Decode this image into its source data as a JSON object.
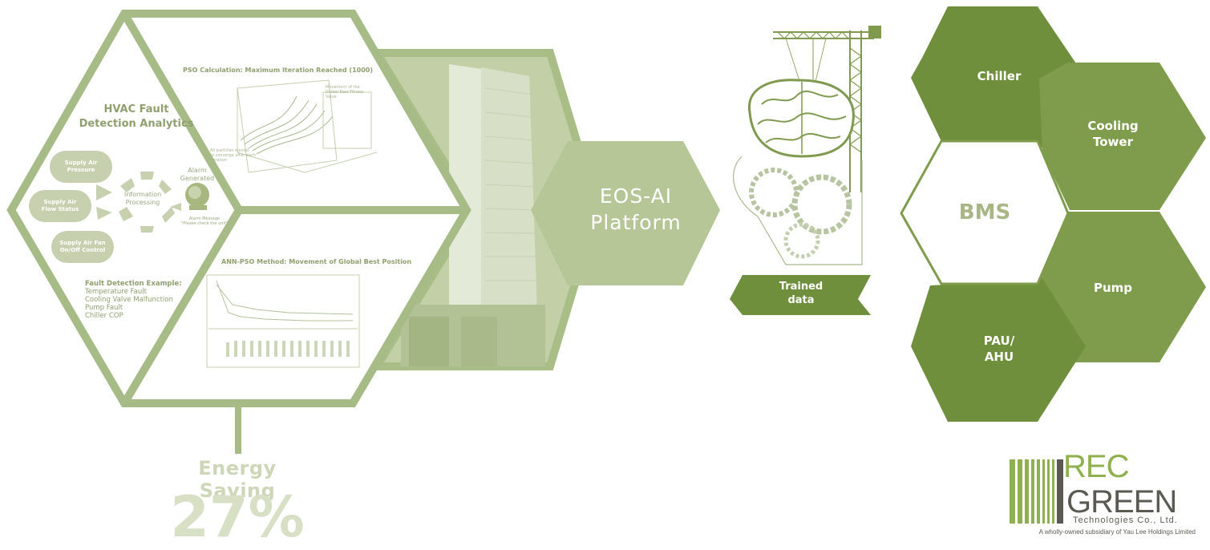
{
  "colors": {
    "dark_green": "#6f8f3c",
    "mid_green": "#7f9c4c",
    "light_green": "#a3b884",
    "pale_green": "#c9d5b3",
    "logo_green": "#8fb04e",
    "logo_grey": "#5a5a52"
  },
  "analytics": {
    "title": "HVAC Fault\nDetection Analytics",
    "inputs": [
      "Supply Air\nPressure",
      "Supply Air\nFlow Status",
      "Supply Air Fan\nOn/Off Control"
    ],
    "processing": "Information\nProcessing",
    "alarm": "Alarm\nGenerated",
    "alarm_message": "Alarm Message\n\"Please check the unit\"",
    "fault_example_heading": "Fault Detection Example:",
    "fault_examples": [
      "Temperature Fault",
      "Cooling Valve Malfunction",
      "Pump Fault",
      "Chiller COP"
    ]
  },
  "pso": {
    "title": "PSO Calculation: Maximum Iteration Reached (1000)",
    "note1": "Movement of the\nGlobal Best Fitness\nValue",
    "note2": "All particles moved\nto converge after each\niteration"
  },
  "ann": {
    "title": "ANN-PSO Method: Movement of Global Best Position"
  },
  "platform": {
    "label": "EOS-AI\nPlatform"
  },
  "trained": {
    "label": "Trained\ndata"
  },
  "systems": {
    "chiller": "Chiller",
    "cooling_tower": "Cooling\nTower",
    "bms": "BMS",
    "pump": "Pump",
    "pau_ahu": "PAU/\nAHU"
  },
  "energy": {
    "label": "Energy Saving",
    "value": "27%"
  },
  "logo": {
    "rec": "REC",
    "green": "GREEN",
    "tech": "Technologies Co., Ltd.",
    "sub": "A wholly-owned subsidiary of Yau Lee Holdings Limited"
  },
  "icons": [
    "alarm-bell-icon",
    "brain-head-icon",
    "crane-icon",
    "arrow-cycle-icon",
    "building-photo-icon"
  ]
}
